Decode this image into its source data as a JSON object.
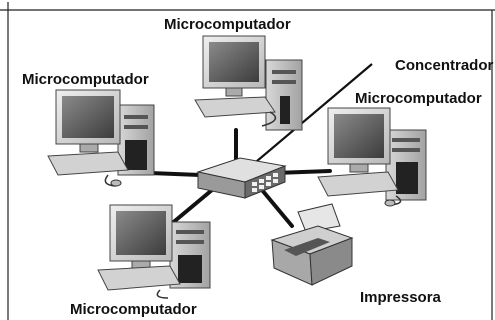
{
  "diagram": {
    "hub_label": "Concentrador",
    "nodes": [
      {
        "id": "pc-top",
        "label": "Microcomputador"
      },
      {
        "id": "pc-left",
        "label": "Microcomputador"
      },
      {
        "id": "pc-right",
        "label": "Microcomputador"
      },
      {
        "id": "pc-bottom",
        "label": "Microcomputador"
      },
      {
        "id": "printer",
        "label": "Impressora"
      }
    ]
  }
}
